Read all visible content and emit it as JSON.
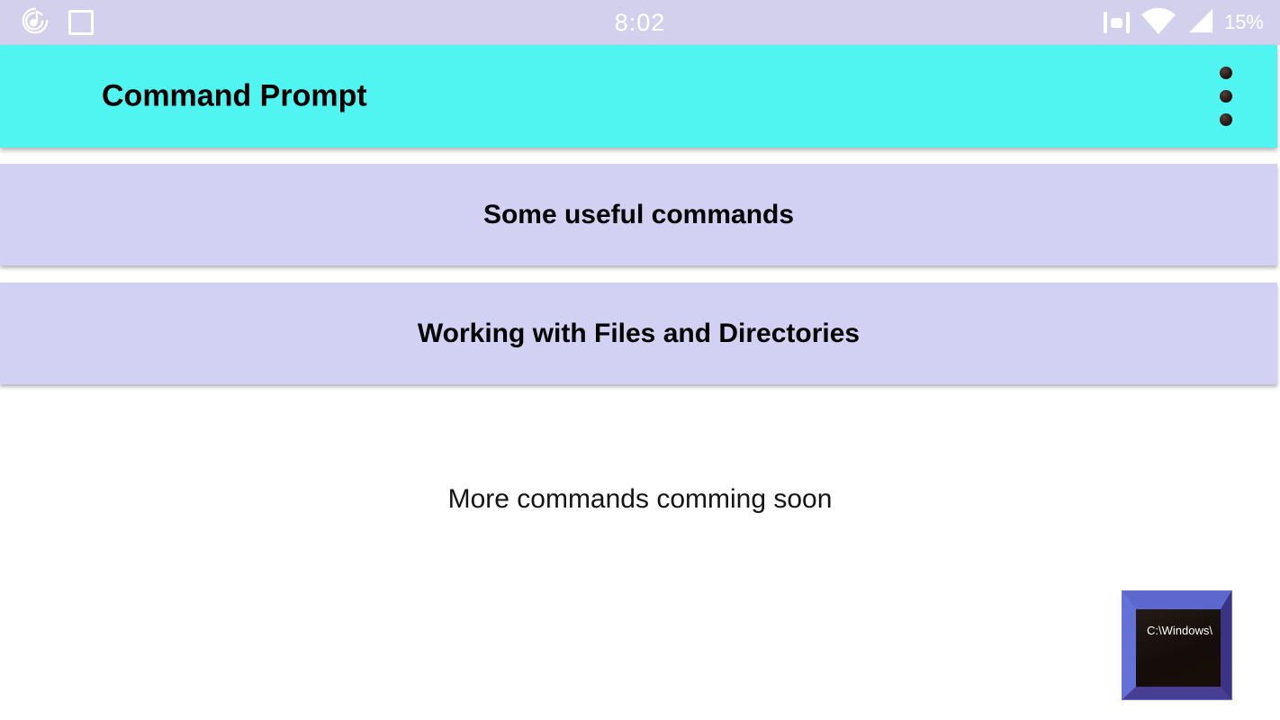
{
  "status_bar": {
    "time": "8:02",
    "battery_percent": "15%",
    "left_icons": [
      {
        "name": "music-note-icon"
      },
      {
        "name": "screenshot-square-icon"
      }
    ],
    "right_icons": [
      {
        "name": "vibrate-icon"
      },
      {
        "name": "wifi-icon"
      },
      {
        "name": "cellular-signal-icon"
      }
    ],
    "colors": {
      "background": "#d3d0ee",
      "foreground": "#ffffff"
    }
  },
  "app_bar": {
    "title": "Command Prompt",
    "overflow_menu_icon": "vertical-ellipsis-icon",
    "colors": {
      "background": "#50f4f0",
      "title_text": "#000000"
    }
  },
  "menu_cards": {
    "items": [
      {
        "label": "Some useful commands"
      },
      {
        "label": "Working with Files and Directories"
      }
    ],
    "colors": {
      "background": "#d2d0f3",
      "text": "#000000"
    }
  },
  "content": {
    "coming_soon_text": "More commands comming soon"
  },
  "app_logo": {
    "screen_text": "C:\\Windows\\",
    "colors": {
      "frame": "#5560c4",
      "screen": "#140d0a",
      "text": "#ffffff"
    }
  }
}
